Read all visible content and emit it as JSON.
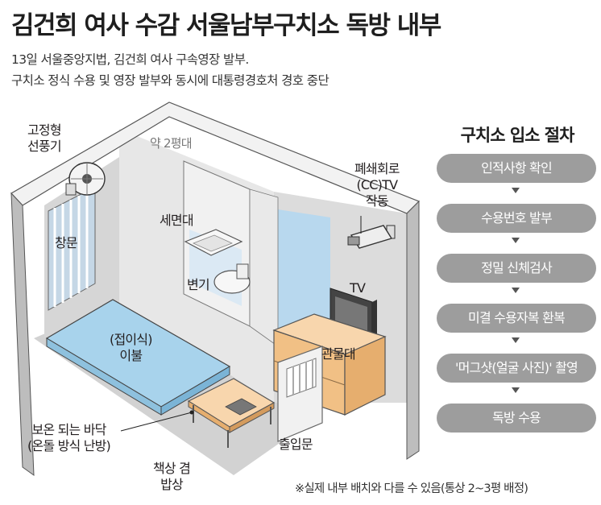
{
  "title": "김건희 여사 수감 서울남부구치소 독방 내부",
  "subtitle_lines": [
    "13일 서울중앙지법, 김건희 여사 구속영장 발부.",
    "구치소 정식 수용 및 영장 발부와 동시에 대통령경호처 경호 중단"
  ],
  "room": {
    "size_label": "약 2평대",
    "fan": [
      "고정형",
      "선풍기"
    ],
    "window": "창문",
    "sink": "세면대",
    "toilet": "변기",
    "cctv": [
      "폐쇄회로",
      "(CC)TV",
      "작동"
    ],
    "tv": "TV",
    "bedding": [
      "(접이식)",
      "이불"
    ],
    "cabinet": "관물대",
    "floor": [
      "보온 되는 바닥",
      "(온돌 방식 난방)"
    ],
    "desk": [
      "책상 겸",
      "밥상"
    ],
    "door": "출입문"
  },
  "procedure": {
    "title": "구치소 입소 절차",
    "steps": [
      "인적사항 확인",
      "수용번호 발부",
      "정밀 신체검사",
      "미결 수용자복 환복",
      "'머그샷(얼굴 사진)' 촬영",
      "독방 수용"
    ]
  },
  "footnote": "※실제 내부 배치와 다를 수 있음(통상 2~3평 배정)",
  "colors": {
    "wall": "#e6e6e6",
    "wall_dark": "#cfcfcf",
    "bedding": "#a8d3ec",
    "wood": "#f3c48f",
    "step_bg": "#9d9d9d"
  }
}
